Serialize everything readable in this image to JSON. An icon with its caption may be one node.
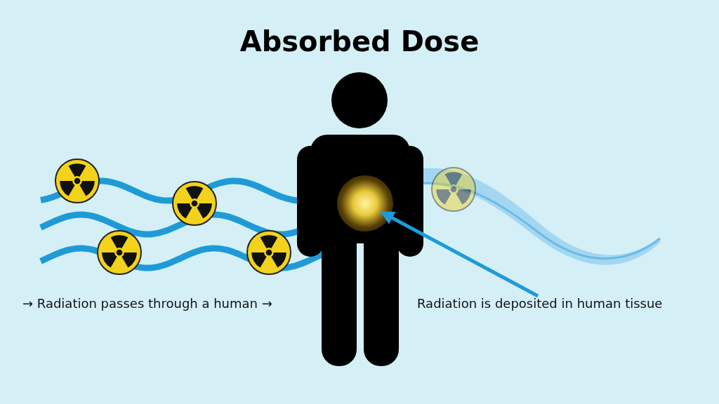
{
  "diagram": {
    "title": "Absorbed Dose",
    "nodes": [
      {
        "text": [],
        "shape": "person"
      },
      {
        "text": [],
        "shape": "circle",
        "in": 0
      },
      {
        "text": [
          "Radiation is deposited in human tissue"
        ]
      }
    ],
    "edges": [
      {
        "from": 2,
        "to": 1,
        "arrow": "to"
      }
    ],
    "labels": [
      "→ Radiation passes through a human →"
    ]
  }
}
